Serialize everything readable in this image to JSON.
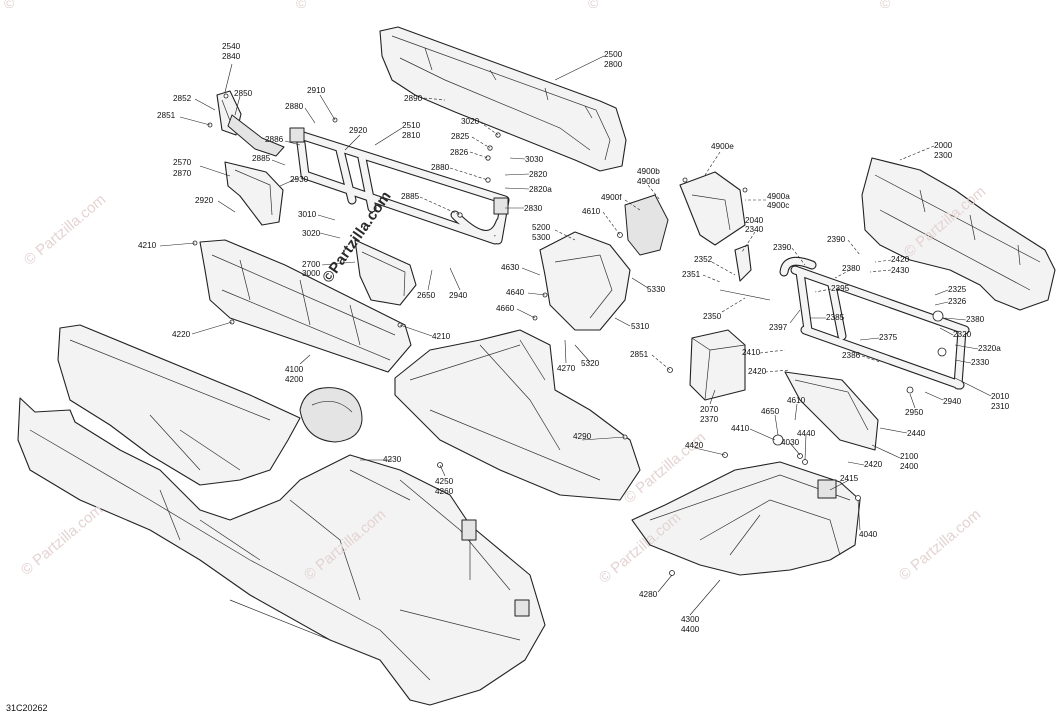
{
  "diagram": {
    "drawing_code": "31C20262",
    "watermark": "© Partzilla.com",
    "center_watermark": "©Partzilla.com",
    "copyright_mark": "©",
    "labels": [
      "2540",
      "2840",
      "2852",
      "2850",
      "2910",
      "2851",
      "2880",
      "2886",
      "2920",
      "2510",
      "2810",
      "2885",
      "2570",
      "2870",
      "2930",
      "2920",
      "3010",
      "3020",
      "2700",
      "3000",
      "2650",
      "2940",
      "2885",
      "2880",
      "2826",
      "2825",
      "3020",
      "2890",
      "2500",
      "2800",
      "3030",
      "2820",
      "2820a",
      "2830",
      "4210",
      "4220",
      "4210",
      "4100",
      "4200",
      "5200",
      "5300",
      "4610",
      "4900f",
      "4900b",
      "4900d",
      "4900e",
      "4900a",
      "4900c",
      "2040",
      "2340",
      "5330",
      "5310",
      "4630",
      "4640",
      "4660",
      "5320",
      "4270",
      "2352",
      "2351",
      "2350",
      "2390",
      "2390",
      "2420",
      "2430",
      "2380",
      "2395",
      "2325",
      "2326",
      "2385",
      "2397",
      "2380",
      "2320",
      "2375",
      "2320a",
      "2330",
      "2410",
      "2420",
      "2386",
      "2851",
      "2000",
      "2300",
      "2070",
      "2370",
      "4650",
      "4610",
      "4030",
      "4440",
      "4410",
      "4420",
      "2950",
      "2940",
      "2010",
      "2310",
      "2440",
      "2100",
      "2400",
      "2420",
      "2415",
      "4040",
      "4290",
      "4230",
      "4250",
      "4260",
      "4280",
      "4300",
      "4400"
    ]
  },
  "colors": {
    "background": "#ffffff",
    "line": "#222222",
    "part_fill": "#f3f3f3",
    "watermark": "#e4d3d3"
  }
}
